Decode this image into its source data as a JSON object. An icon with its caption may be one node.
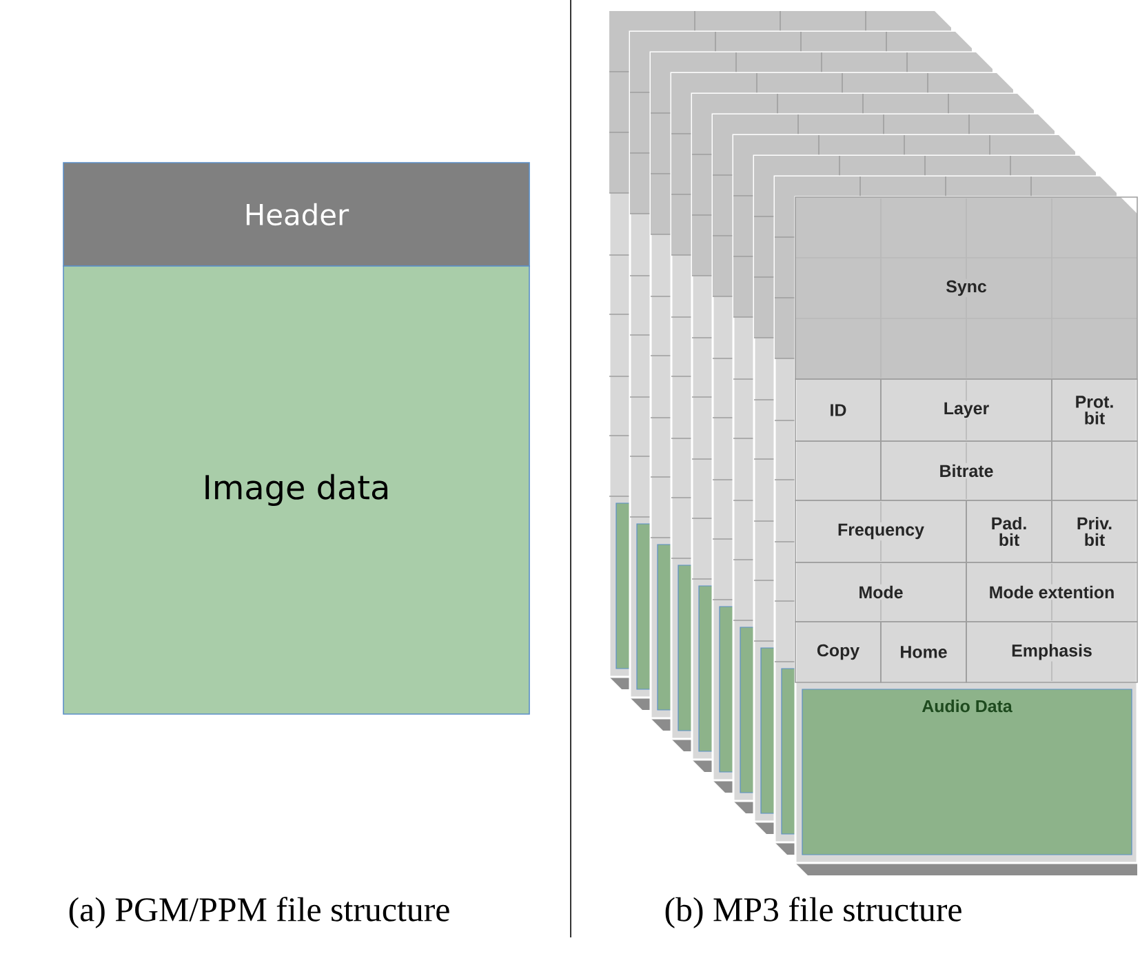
{
  "diagram": {
    "nodes": [
      {
        "text": [
          "Header"
        ]
      },
      {
        "text": [
          "Image data"
        ]
      },
      {
        "text": [
          "Sync"
        ]
      },
      {
        "text": [
          "ID"
        ]
      },
      {
        "text": [
          "Layer"
        ]
      },
      {
        "text": [
          "Prot. bit"
        ]
      },
      {
        "text": [],
        "shape": "box"
      },
      {
        "text": [
          "Bitrate"
        ]
      },
      {
        "text": [],
        "shape": "box"
      },
      {
        "text": [
          "Frequency"
        ]
      },
      {
        "text": [
          "Pad. bit"
        ]
      },
      {
        "text": [
          "Priv. bit"
        ]
      },
      {
        "text": [
          "Mode"
        ]
      },
      {
        "text": [
          "Mode extention"
        ]
      },
      {
        "text": [
          "Copy"
        ]
      },
      {
        "text": [
          "Home"
        ]
      },
      {
        "text": [
          "Emphasis"
        ]
      },
      {
        "text": [
          "Audio Data"
        ]
      }
    ],
    "labels": [
      "(a) PGM/PPM file structure",
      "(b) MP3 file structure"
    ]
  }
}
